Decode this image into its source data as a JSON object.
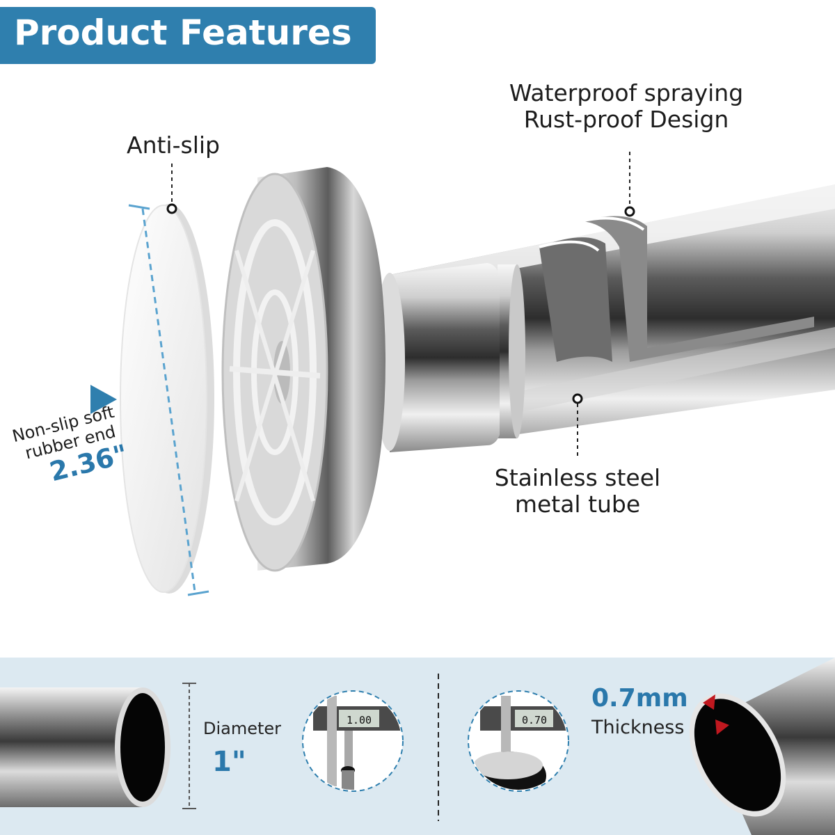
{
  "header": {
    "title": "Product Features"
  },
  "callouts": {
    "anti_slip": "Anti-slip",
    "waterproof_line1": "Waterproof spraying",
    "waterproof_line2": "Rust-proof Design",
    "stainless_line1": "Stainless steel",
    "stainless_line2": "metal tube",
    "nonslip_line1": "Non-slip soft",
    "nonslip_line2": "rubber end",
    "nonslip_size": "2.36\""
  },
  "measurements": {
    "diameter_label": "Diameter",
    "diameter_value": "1\"",
    "caliper_1_reading": "1.00",
    "caliper_2_reading": "0.70",
    "thickness_value": "0.7mm",
    "thickness_label": "Thickness"
  },
  "colors": {
    "accent": "#2f7fae",
    "marker": "#c0181f",
    "panel": "#dce9f1"
  },
  "icons": [
    "play-triangle-icon",
    "caliper-icon",
    "thickness-marker-icon"
  ]
}
